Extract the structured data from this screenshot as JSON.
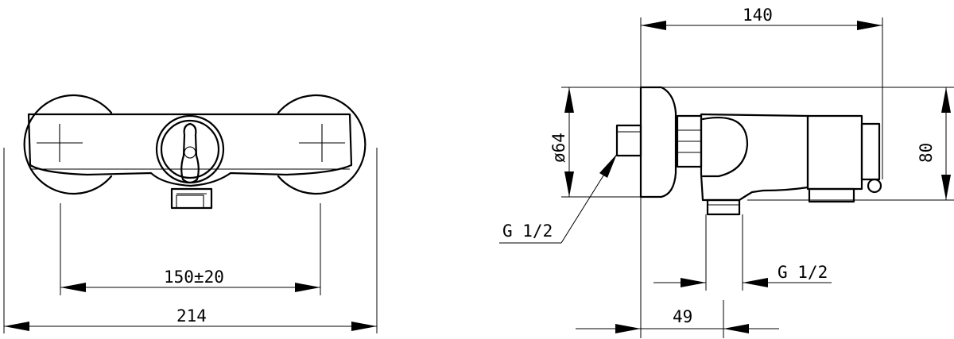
{
  "front_view": {
    "dim_centers": "150±20",
    "dim_overall_width": "214"
  },
  "side_view": {
    "dim_depth": "140",
    "dim_height": "80",
    "dim_diameter": "ø64",
    "dim_offset": "49",
    "label_inlet_thread": "G 1/2",
    "label_outlet_thread": "G 1/2"
  },
  "colors": {
    "line": "#000000",
    "background": "#ffffff"
  }
}
